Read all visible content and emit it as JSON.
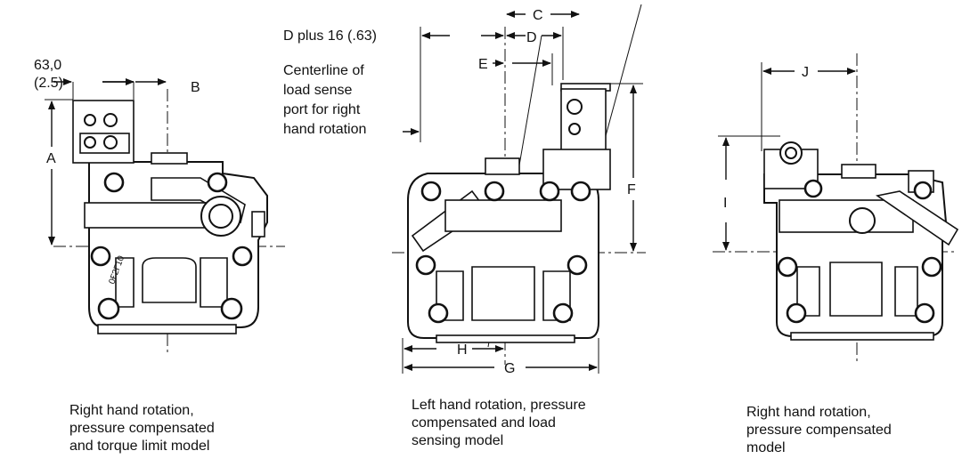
{
  "views": [
    {
      "caption": [
        "Right hand rotation,",
        "pressure compensated",
        "and torque limit model"
      ],
      "dims": {
        "offset_value": "63,0",
        "offset_inch": "(2.5)",
        "b": "B",
        "a": "A"
      }
    },
    {
      "caption": [
        "Left hand rotation, pressure",
        "compensated and load",
        "sensing model"
      ],
      "dims": {
        "d_plus": "D plus 16 (.63)",
        "c": "C",
        "d": "D",
        "e": "E",
        "f": "F",
        "g": "G",
        "h": "H"
      },
      "note": [
        "Centerline of",
        "load sense",
        "port for right",
        "hand rotation"
      ]
    },
    {
      "caption": [
        "Right hand rotation,",
        "pressure compensated",
        "model"
      ],
      "dims": {
        "j": "J",
        "i": "I"
      }
    }
  ]
}
